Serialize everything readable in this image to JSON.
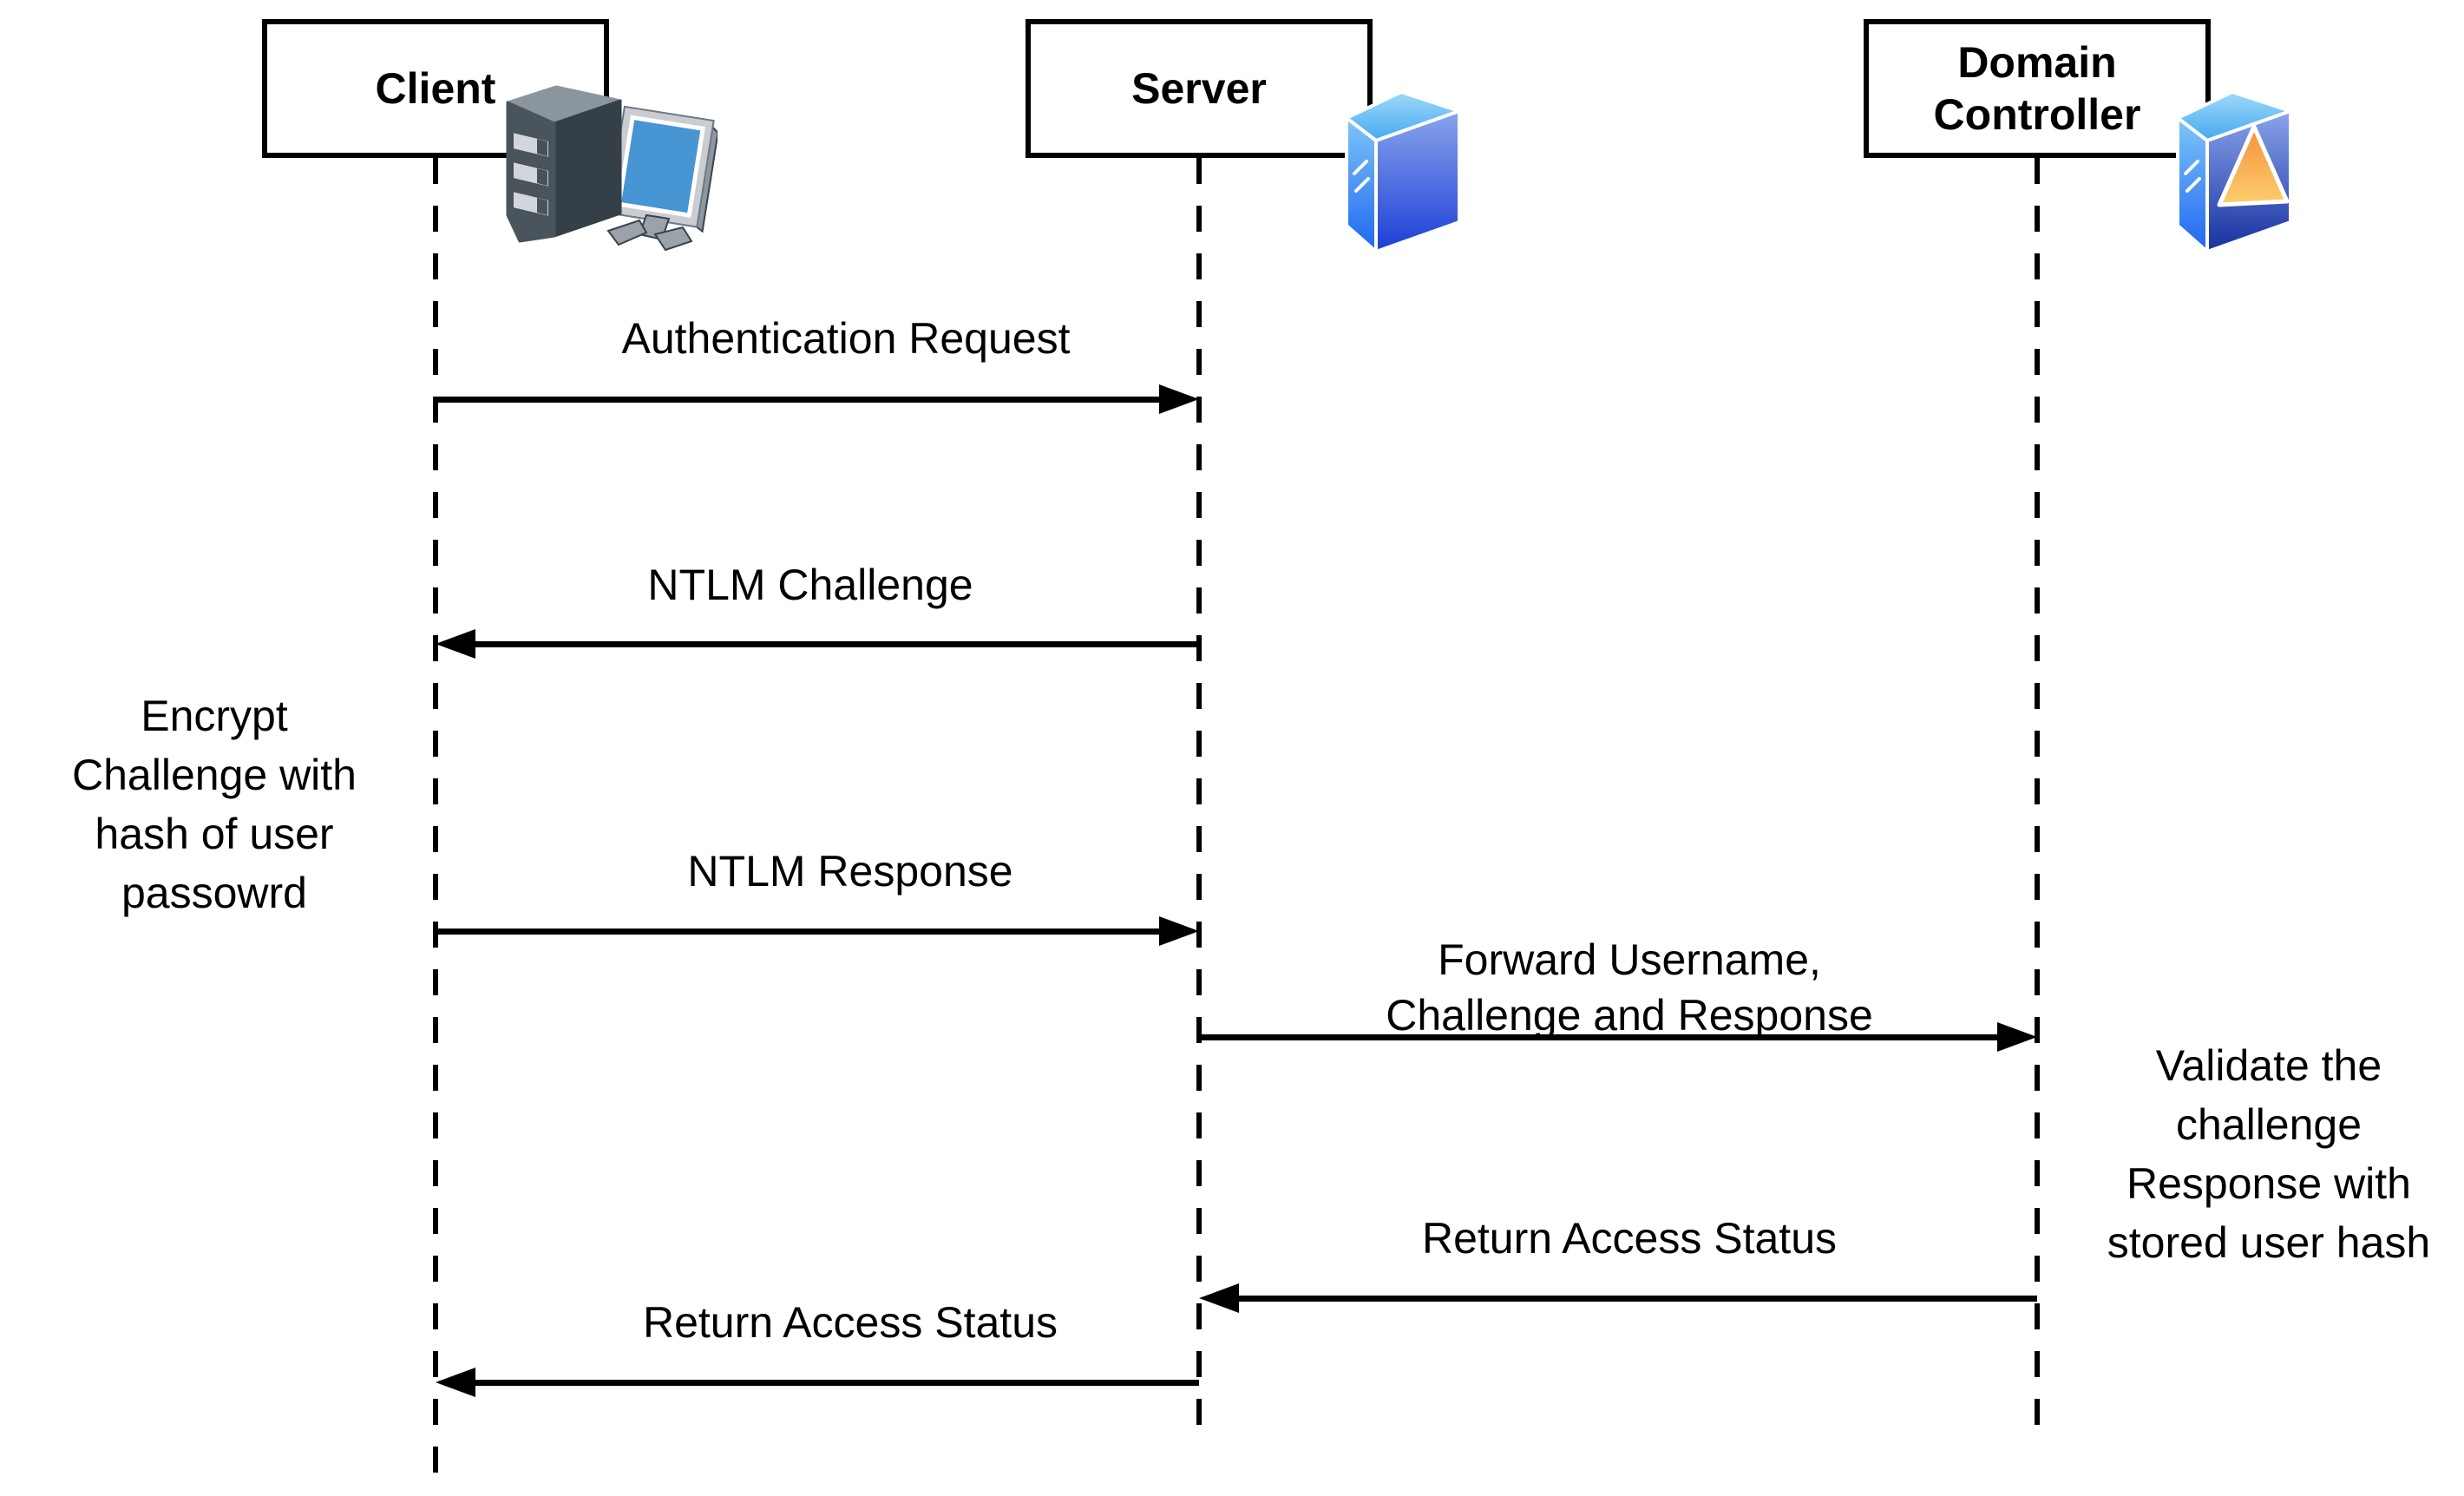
{
  "actors": {
    "client": {
      "label": "Client",
      "icon": "desktop-computer-icon"
    },
    "server": {
      "label": "Server",
      "icon": "server-tower-icon"
    },
    "domain_controller": {
      "line1": "Domain",
      "line2": "Controller",
      "icon": "domain-controller-tower-icon"
    }
  },
  "messages": {
    "auth_request": {
      "label": "Authentication Request",
      "from": "client",
      "to": "server"
    },
    "ntlm_challenge": {
      "label": "NTLM Challenge",
      "from": "server",
      "to": "client"
    },
    "ntlm_response": {
      "label": "NTLM Response",
      "from": "client",
      "to": "server"
    },
    "forward_request": {
      "line1": "Forward Username,",
      "line2": "Challenge and Response",
      "from": "server",
      "to": "domain_controller"
    },
    "return_status_to_server": {
      "label": "Return Access Status",
      "from": "domain_controller",
      "to": "server"
    },
    "return_status_to_client": {
      "label": "Return Access Status",
      "from": "server",
      "to": "client"
    }
  },
  "notes": {
    "encrypt_note": {
      "line1": "Encrypt",
      "line2": "Challenge with",
      "line3": "hash of user",
      "line4": "passowrd"
    },
    "validate_note": {
      "line1": "Validate the",
      "line2": "challenge",
      "line3": "Response with",
      "line4": "stored user hash"
    }
  },
  "colors": {
    "background": "#FFFFFF",
    "line": "#000000",
    "text": "#000000",
    "tower_blue_light": "#8ED3F9",
    "tower_blue_dark": "#1C3ED6",
    "tower_navy_dark": "#16309F",
    "triangle_orange": "#F5913C",
    "triangle_gold": "#FBCE6E",
    "monitor_screen_blue": "#4795D2",
    "computer_gray_dark": "#4A545C",
    "computer_gray_light": "#D2D6DA"
  }
}
